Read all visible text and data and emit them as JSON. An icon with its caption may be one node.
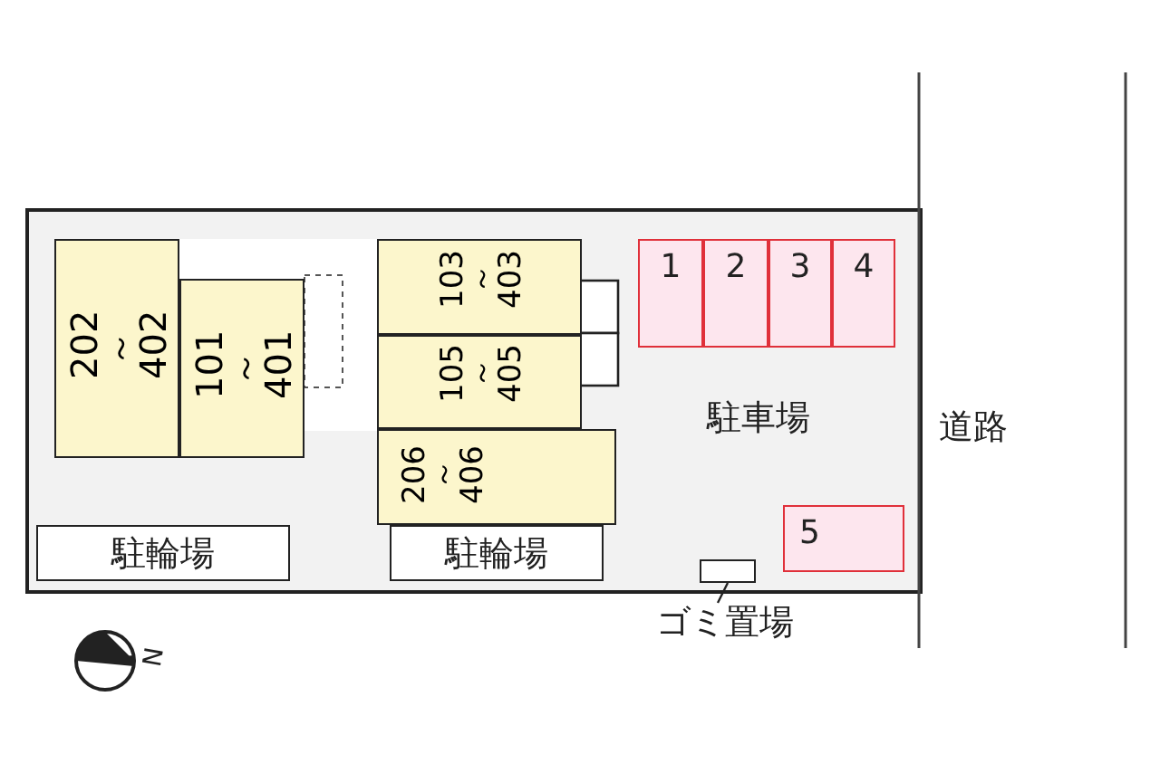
{
  "diagram": {
    "nodes": [
      {
        "text": [
          "202 ～ 402"
        ]
      },
      {
        "text": [
          "101 ～ 401"
        ]
      },
      {
        "text": [
          "103 ～ 403"
        ]
      },
      {
        "text": [
          "105 ～ 405"
        ]
      },
      {
        "text": [
          "206 ～ 406"
        ]
      },
      {
        "text": [
          "駐輪場"
        ]
      },
      {
        "text": [
          "駐輪場"
        ]
      },
      {
        "text": [
          "1"
        ]
      },
      {
        "text": [
          "2"
        ]
      },
      {
        "text": [
          "3"
        ]
      },
      {
        "text": [
          "4"
        ]
      },
      {
        "text": [
          "5"
        ]
      },
      {
        "text": [],
        "shape": "box"
      },
      {
        "text": [
          "ゴミ置場"
        ]
      }
    ],
    "edges": [
      {
        "from": 13,
        "to": 12,
        "arrow": "none"
      }
    ],
    "labels": [
      "駐車場",
      "道路",
      "N"
    ]
  }
}
